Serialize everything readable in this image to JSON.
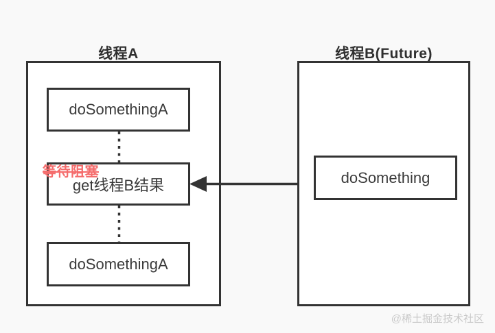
{
  "diagram": {
    "thread_a": {
      "title": "线程A",
      "boxes": [
        "doSomethingA",
        "get线程B结果",
        "doSomethingA"
      ],
      "annotation": "等待阻塞"
    },
    "thread_b": {
      "title": "线程B(Future)",
      "boxes": [
        "doSomething"
      ]
    },
    "arrow": {
      "from": "doSomething",
      "to": "get线程B结果",
      "direction": "left"
    }
  },
  "watermark": "@稀土掘金技术社区",
  "colors": {
    "bg": "#f9f9f9",
    "box_fill": "#ffffff",
    "line": "#333333",
    "text": "#3a3a3a",
    "title": "#2f2f2f",
    "annotation_red": "#f56c6c",
    "watermark_gray": "#c9c9c9"
  }
}
